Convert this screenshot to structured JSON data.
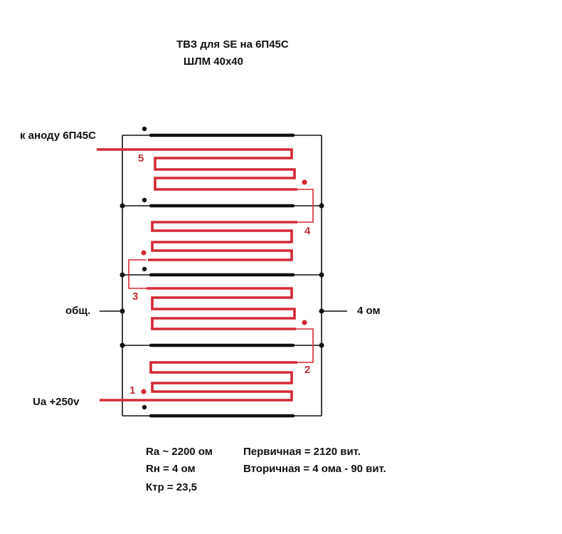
{
  "header": {
    "title_line1": "ТВЗ для SE на 6П45С",
    "title_line2": "ШЛМ 40х40"
  },
  "labels": {
    "anode": "к аноду 6П45С",
    "common": "общ.",
    "output": "4 ом",
    "supply": "Ua  +250v"
  },
  "winding_numbers": [
    "1",
    "2",
    "3",
    "4",
    "5"
  ],
  "specs": {
    "ra": "Ra ~ 2200 ом",
    "rn": "Rн = 4 ом",
    "ktr": "Ктр = 23,5",
    "primary": "Первичная = 2120 вит.",
    "secondary": "Вторичная = 4 ома - 90 вит."
  },
  "colors": {
    "primary_winding": "#d42a35",
    "number_text": "#c0303a",
    "secondary_winding": "#111111"
  }
}
